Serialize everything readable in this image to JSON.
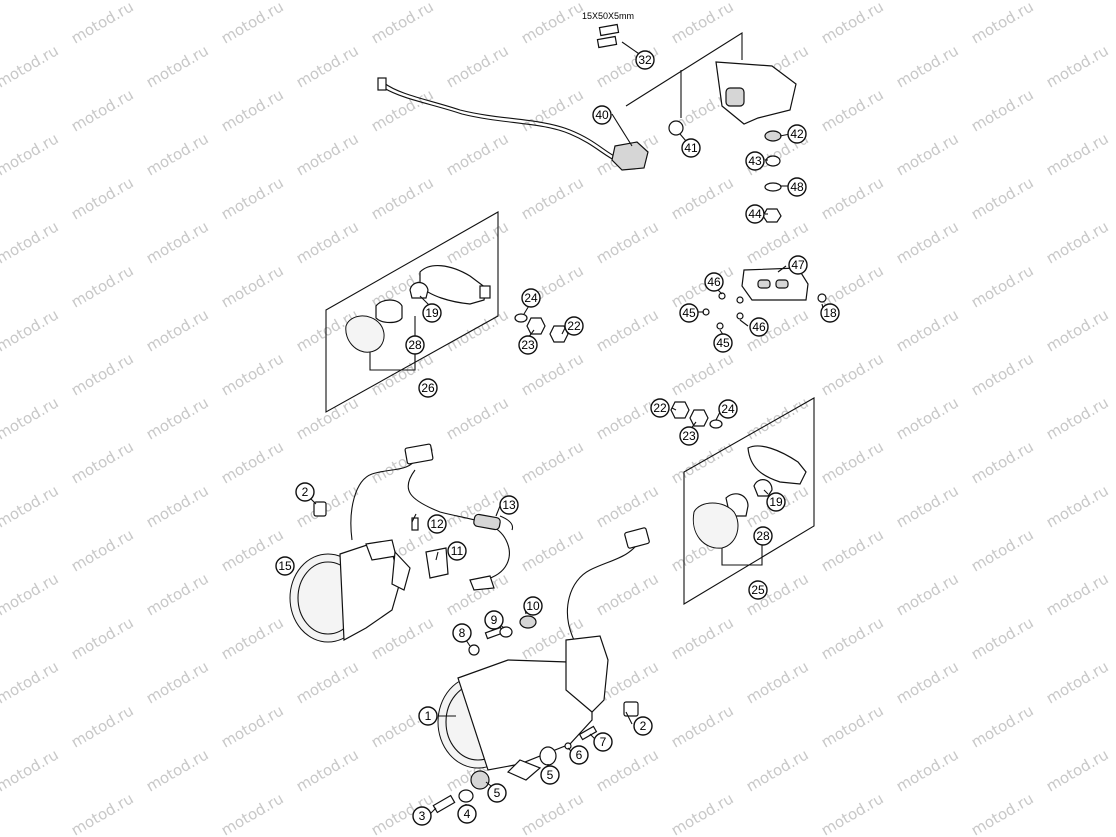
{
  "watermark": "motod.ru",
  "dimension_label": "15X50X5mm",
  "callouts": {
    "c32": "32",
    "c40": "40",
    "c41": "41",
    "c42": "42",
    "c43": "43",
    "c48": "48",
    "c44": "44",
    "c47": "47",
    "c46a": "46",
    "c46b": "46",
    "c45a": "45",
    "c45b": "45",
    "c18": "18",
    "c19a": "19",
    "c28a": "28",
    "c26": "26",
    "c24a": "24",
    "c22a": "22",
    "c23a": "23",
    "c22b": "22",
    "c23b": "23",
    "c24b": "24",
    "c19b": "19",
    "c28b": "28",
    "c25": "25",
    "c13": "13",
    "c12": "12",
    "c11": "11",
    "c2a": "2",
    "c15": "15",
    "c10": "10",
    "c9": "9",
    "c8": "8",
    "c1": "1",
    "c2b": "2",
    "c7": "7",
    "c6": "6",
    "c5a": "5",
    "c5b": "5",
    "c4": "4",
    "c3": "3"
  }
}
